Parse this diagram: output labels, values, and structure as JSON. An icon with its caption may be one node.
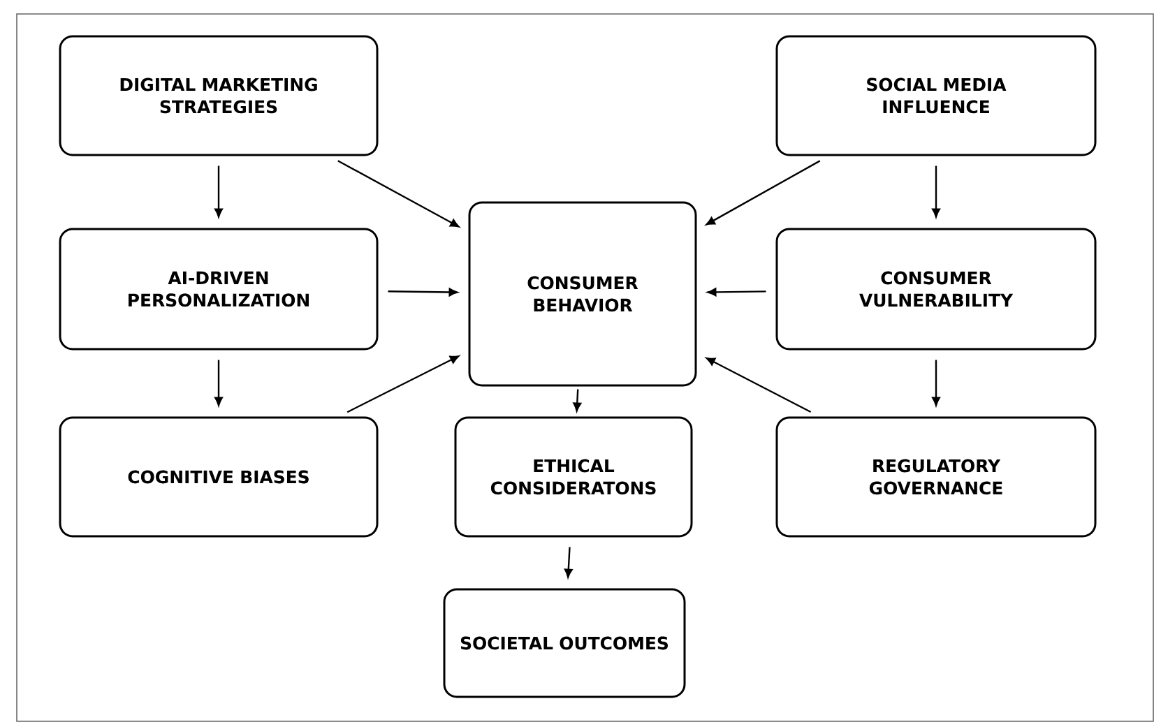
{
  "diagram": {
    "nodes": [
      {
        "text": [
          "DIGITAL MARKETING STRATEGIES"
        ]
      },
      {
        "text": [
          "SOCIAL MEDIA INFLUENCE"
        ]
      },
      {
        "text": [
          "AI-DRIVEN PERSONALIZATION"
        ]
      },
      {
        "text": [
          "CONSUMER BEHAVIOR"
        ]
      },
      {
        "text": [
          "CONSUMER VULNERABILITY"
        ]
      },
      {
        "text": [
          "COGNITIVE BIASES"
        ]
      },
      {
        "text": [
          "ETHICAL CONSIDERATONS"
        ]
      },
      {
        "text": [
          "REGULATORY GOVERNANCE"
        ]
      },
      {
        "text": [
          "SOCIETAL OUTCOMES"
        ]
      }
    ],
    "edges": [
      {
        "from": 0,
        "to": 2,
        "arrow": "to"
      },
      {
        "from": 0,
        "to": 3,
        "arrow": "to"
      },
      {
        "from": 1,
        "to": 3,
        "arrow": "to"
      },
      {
        "from": 1,
        "to": 4,
        "arrow": "to"
      },
      {
        "from": 2,
        "to": 3,
        "arrow": "to"
      },
      {
        "from": 4,
        "to": 3,
        "arrow": "to"
      },
      {
        "from": 2,
        "to": 5,
        "arrow": "to"
      },
      {
        "from": 5,
        "to": 3,
        "arrow": "to"
      },
      {
        "from": 3,
        "to": 6,
        "arrow": "to"
      },
      {
        "from": 4,
        "to": 7,
        "arrow": "to"
      },
      {
        "from": 7,
        "to": 3,
        "arrow": "to"
      },
      {
        "from": 6,
        "to": 8,
        "arrow": "to"
      }
    ]
  }
}
